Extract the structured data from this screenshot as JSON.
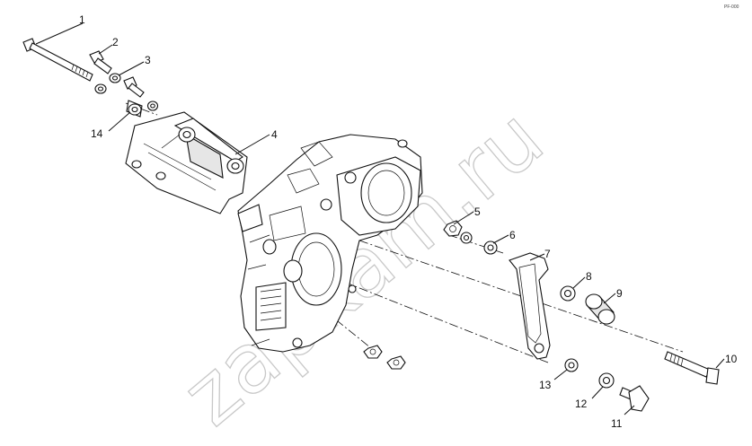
{
  "diagram": {
    "watermark": "zapkam.ru",
    "corner_mark": "PF-000",
    "callouts": [
      {
        "id": "1",
        "label": "1"
      },
      {
        "id": "2",
        "label": "2"
      },
      {
        "id": "3",
        "label": "3"
      },
      {
        "id": "4",
        "label": "4"
      },
      {
        "id": "5",
        "label": "5"
      },
      {
        "id": "6",
        "label": "6"
      },
      {
        "id": "7",
        "label": "7"
      },
      {
        "id": "8",
        "label": "8"
      },
      {
        "id": "9",
        "label": "9"
      },
      {
        "id": "10",
        "label": "10"
      },
      {
        "id": "11",
        "label": "11"
      },
      {
        "id": "12",
        "label": "12"
      },
      {
        "id": "13",
        "label": "13"
      },
      {
        "id": "14",
        "label": "14"
      }
    ],
    "parts": [
      {
        "callout": "1",
        "icon": "long-bolt-icon"
      },
      {
        "callout": "2",
        "icon": "bolt-icon"
      },
      {
        "callout": "3",
        "icon": "washer-icon"
      },
      {
        "callout": "4",
        "icon": "mounting-bracket-icon"
      },
      {
        "callout": "5",
        "icon": "nut-icon"
      },
      {
        "callout": "6",
        "icon": "washer-icon"
      },
      {
        "callout": "7",
        "icon": "strap-bracket-icon"
      },
      {
        "callout": "8",
        "icon": "washer-icon"
      },
      {
        "callout": "9",
        "icon": "spacer-sleeve-icon"
      },
      {
        "callout": "10",
        "icon": "bolt-icon"
      },
      {
        "callout": "11",
        "icon": "bolt-icon"
      },
      {
        "callout": "12",
        "icon": "washer-icon"
      },
      {
        "callout": "13",
        "icon": "washer-icon"
      },
      {
        "callout": "14",
        "icon": "spacer-icon"
      }
    ]
  }
}
